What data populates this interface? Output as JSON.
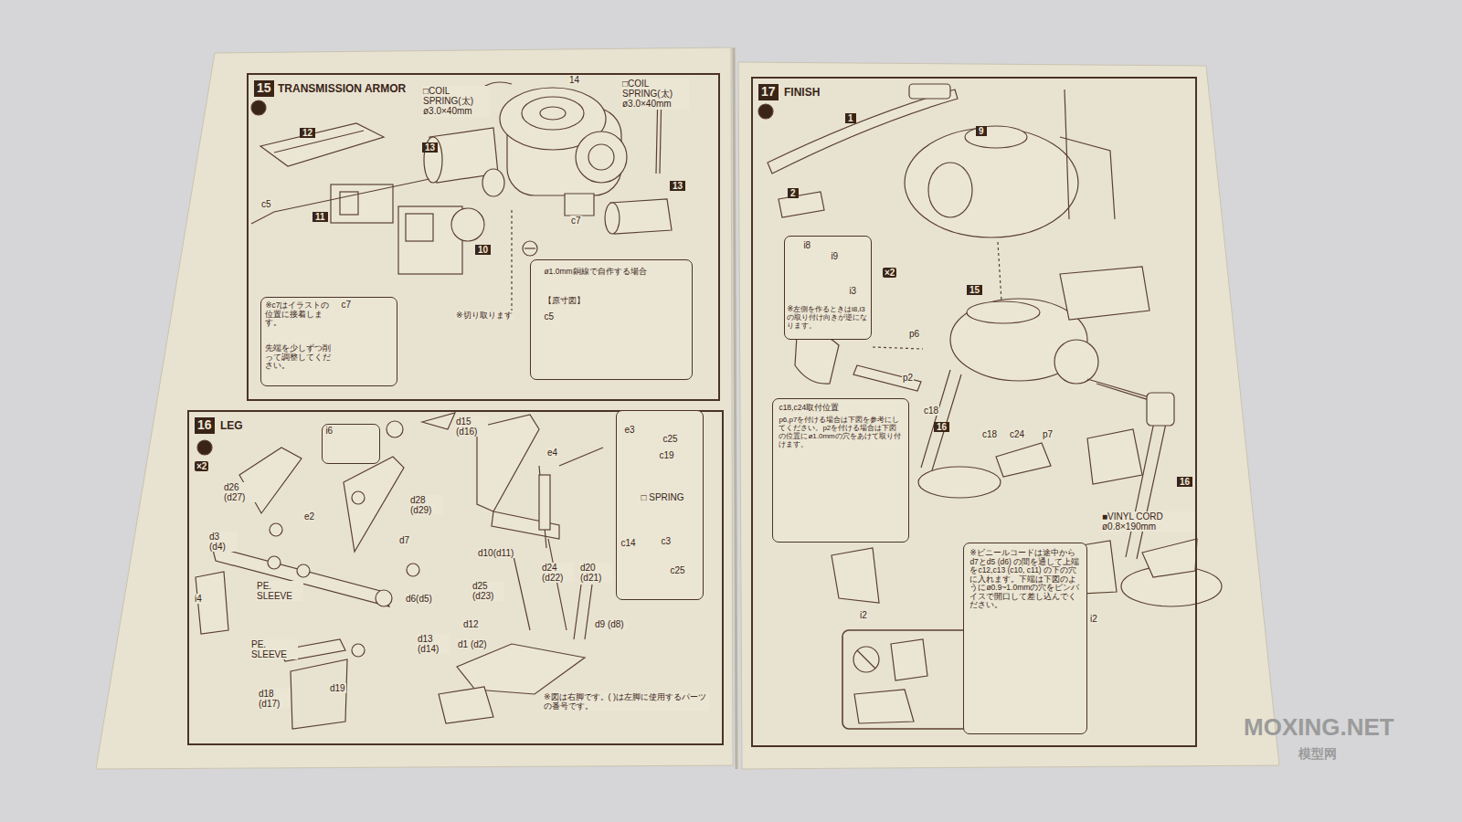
{
  "diagram": {
    "nodes": [
      {
        "text": [
          "15",
          "TRANSMISSION ARMOR"
        ]
      },
      {
        "text": [
          "※c7はイラストの位置に接着します。",
          "c7",
          "先端を少しずつ削って調整してください。"
        ],
        "in": 0
      },
      {
        "text": [
          "ø1.0mm銅線で自作する場合",
          "【原寸図】",
          "c5"
        ],
        "in": 0
      },
      {
        "text": [
          "16",
          "LEG"
        ]
      },
      {
        "text": [
          "i6"
        ],
        "in": 3
      },
      {
        "text": [
          "e3",
          "c25",
          "c19",
          "□ SPRING",
          "c14",
          "c3",
          "c25"
        ],
        "in": 3
      },
      {
        "text": [
          "17",
          "FINISH"
        ]
      },
      {
        "text": [
          "i8",
          "i9",
          "i3",
          "※左側を作るときはi8,i3の取り付け向きが逆になります。"
        ],
        "in": 6
      },
      {
        "text": [
          "c18,c24取付位置",
          "p6,p7を付ける場合は下図を参考にしてください。p2を付ける場合は下図の位置にø1.0mmの穴をあけて取り付けます。"
        ],
        "in": 6
      },
      {
        "text": [
          "※ビニールコードは途中からd7とd5 (d6) の間を通して上端をc12,c13 (c10, c11) の下の穴に入れます。下端は下図のようにø0.9~1.0mmの穴をピンバイスで開口して差し込んでください。"
        ],
        "in": 6
      }
    ],
    "labels": [
      "□COIL SPRING(太) ø3.0×40mm",
      "14",
      "□COIL SPRING(太) ø3.0×40mm",
      "12",
      "13",
      "13",
      "c5",
      "11",
      "c7",
      "10",
      "※切り取ります",
      "×2",
      "d15 (d16)",
      "d26 (d27)",
      "e2",
      "d28 (d29)",
      "d3 (d4)",
      "d7",
      "i4",
      "PE. SLEEVE",
      "d6(d5)",
      "d13 (d14)",
      "PE. SLEEVE",
      "d18 (d17)",
      "d19",
      "e4",
      "d10(d11)",
      "d24 (d22)",
      "d20 (d21)",
      "d25 (d23)",
      "d12",
      "d9 (d8)",
      "d1 (d2)",
      "※図は右脚です。( )は左脚に使用するパーツの番号です。",
      "1",
      "9",
      "2",
      "×2",
      "15",
      "p6",
      "p2",
      "c18",
      "c18",
      "c24",
      "p7",
      "16",
      "16",
      "■VINYL CORD ø0.8×190mm",
      "i2",
      "i2",
      "MOXING.NET",
      "模型网"
    ]
  }
}
